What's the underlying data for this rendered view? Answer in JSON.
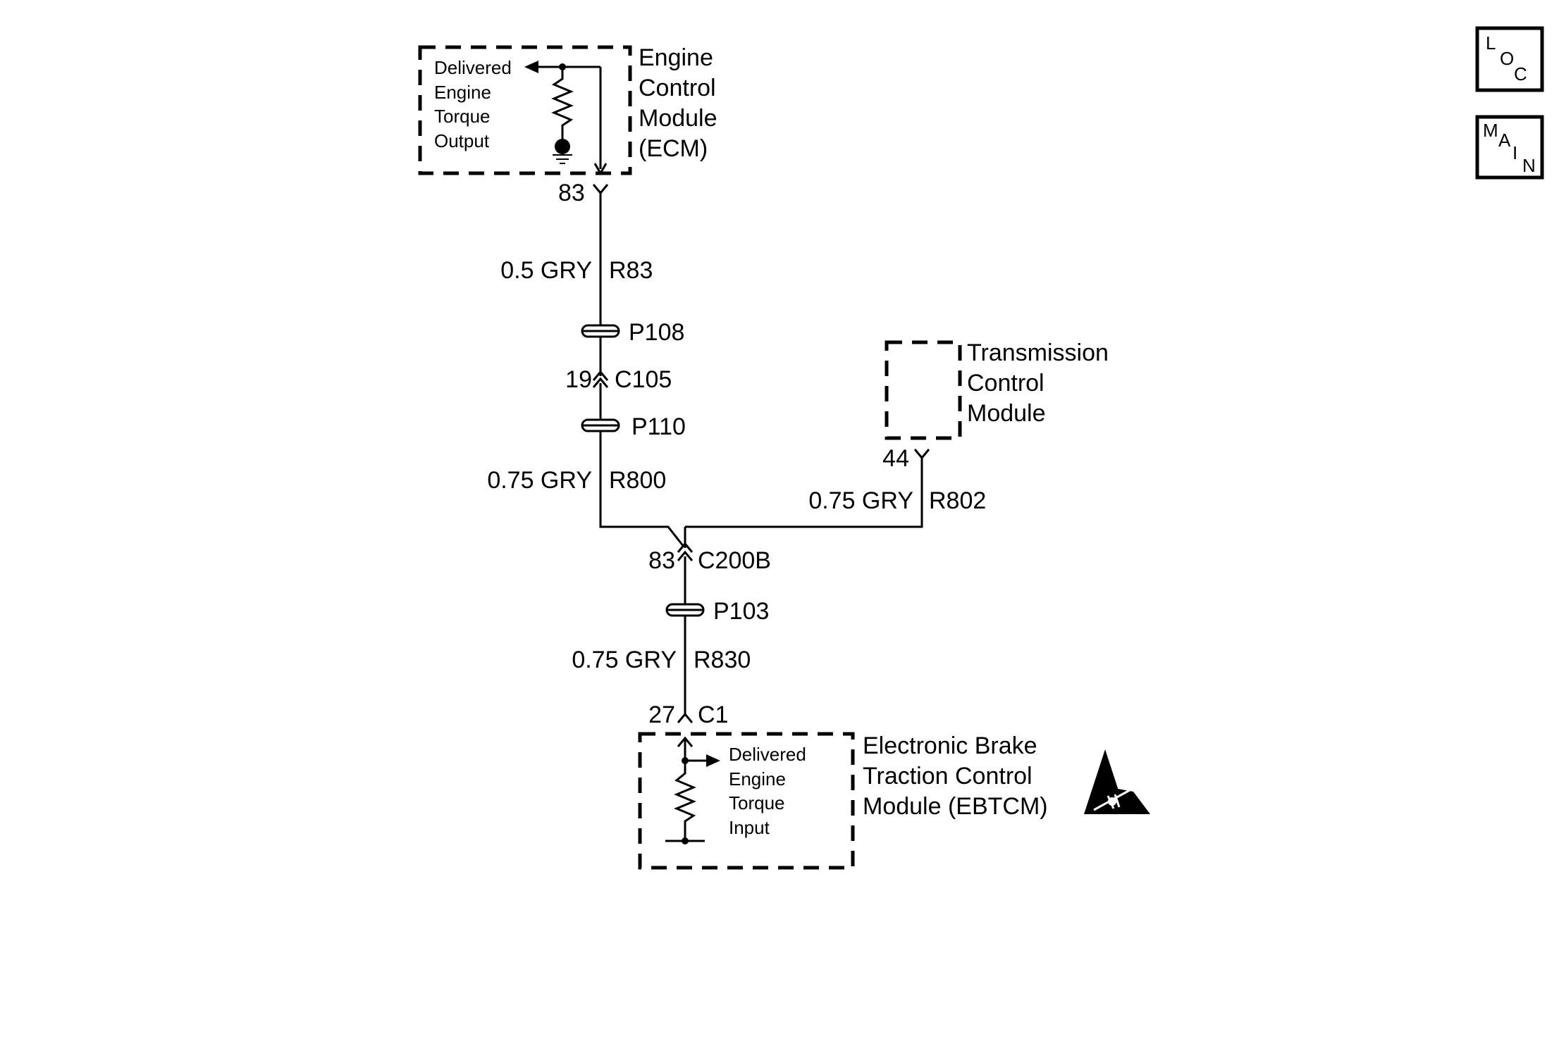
{
  "modules": {
    "ecm": {
      "name_lines": [
        "Engine",
        "Control",
        "Module",
        "(ECM)"
      ],
      "signal_lines": [
        "Delivered",
        "Engine",
        "Torque",
        "Output"
      ]
    },
    "tcm": {
      "name_lines": [
        "Transmission",
        "Control",
        "Module"
      ]
    },
    "ebtcm": {
      "name_lines": [
        "Electronic Brake",
        "Traction Control",
        "Module (EBTCM)"
      ],
      "signal_lines": [
        "Delivered",
        "Engine",
        "Torque",
        "Input"
      ]
    }
  },
  "pins": {
    "ecm_pin": "83",
    "c105_pin": "19",
    "c105_name": "C105",
    "tcm_pin": "44",
    "c200b_pin": "83",
    "c200b_name": "C200B",
    "c1_pin": "27",
    "c1_name": "C1"
  },
  "wires": {
    "r83": {
      "gauge_color": "0.5 GRY",
      "circuit": "R83"
    },
    "r800": {
      "gauge_color": "0.75 GRY",
      "circuit": "R800"
    },
    "r802": {
      "gauge_color": "0.75 GRY",
      "circuit": "R802"
    },
    "r830": {
      "gauge_color": "0.75 GRY",
      "circuit": "R830"
    }
  },
  "passthroughs": {
    "p108": "P108",
    "p110": "P110",
    "p103": "P103"
  },
  "nav": {
    "loc": [
      "L",
      "O",
      "C"
    ],
    "main": [
      "M",
      "A",
      "I",
      "N"
    ]
  },
  "icons": {
    "esd": "esd-warning-icon"
  }
}
